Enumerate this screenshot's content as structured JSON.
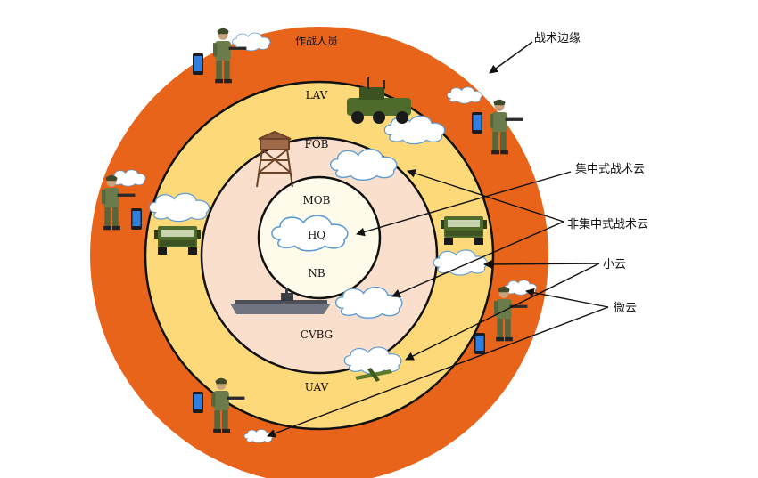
{
  "zones": {
    "personnel": "作战人员",
    "lav": "LAV",
    "fob": "FOB",
    "mob": "MOB",
    "hq": "HQ",
    "nb": "NB",
    "cvbg": "CVBG",
    "uav": "UAV"
  },
  "annotations": {
    "tactical_edge": "战术边缘",
    "centralized_cloud": "集中式战术云",
    "decentralized_cloud": "非集中式战术云",
    "small_cloud": "小云",
    "micro_cloud": "微云"
  },
  "colors": {
    "outer_ring": "#E8641B",
    "lav_ring": "#FDD97A",
    "fob_ring": "#FAE0CC",
    "core": "#FFFBEA",
    "cloud": "#FFFFFF",
    "cloud_outline": "#5B9BD5",
    "soldier": "#6B7B4B",
    "vehicle": "#4E6B2C",
    "ship": "#707480",
    "tower": "#8B5A3C",
    "phone": "#1E6FD0"
  }
}
